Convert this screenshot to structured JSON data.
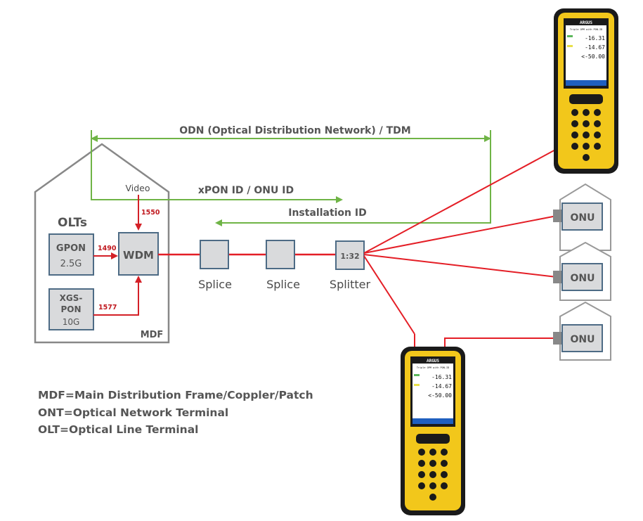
{
  "colors": {
    "fiber": "#e41e26",
    "arrow_green": "#6fb446",
    "arrow_red": "#d42027",
    "box_fill": "#d9dadc",
    "box_stroke": "#4d6b85",
    "house_stroke": "#888888",
    "tester_yellow": "#f2c71b",
    "tester_black": "#1a1a1a"
  },
  "spans": {
    "odn": "ODN (Optical Distribution Network) / TDM",
    "xpon": "xPON ID / ONU ID",
    "installation": "Installation ID"
  },
  "mdf": {
    "olts_label": "OLTs",
    "mdf_label": "MDF",
    "video_label": "Video",
    "gpon": {
      "line1": "GPON",
      "line2": "2.5G"
    },
    "xgs": {
      "line1": "XGS-",
      "line2": "PON",
      "line3": "10G"
    },
    "wdm_label": "WDM",
    "wavelengths": {
      "video": "1550",
      "gpon": "1490",
      "xgs": "1577"
    }
  },
  "path": {
    "splice1": "Splice",
    "splice2": "Splice",
    "splitter_ratio": "1:32",
    "splitter_label": "Splitter"
  },
  "onus": [
    {
      "label": "ONU"
    },
    {
      "label": "ONU"
    },
    {
      "label": "ONU"
    }
  ],
  "testers": [
    {
      "brand": "ARGUS",
      "title": "Triple OPM with PON-ID",
      "readings": [
        "-16.31",
        "-14.67",
        "<-50.00"
      ]
    },
    {
      "brand": "ARGUS",
      "title": "Triple OPM with PON-ID",
      "readings": [
        "-16.31",
        "-14.67",
        "<-50.00"
      ]
    }
  ],
  "legend": [
    "MDF=Main Distribution Frame/Coppler/Patch",
    "ONT=Optical Network Terminal",
    "OLT=Optical Line Terminal"
  ]
}
